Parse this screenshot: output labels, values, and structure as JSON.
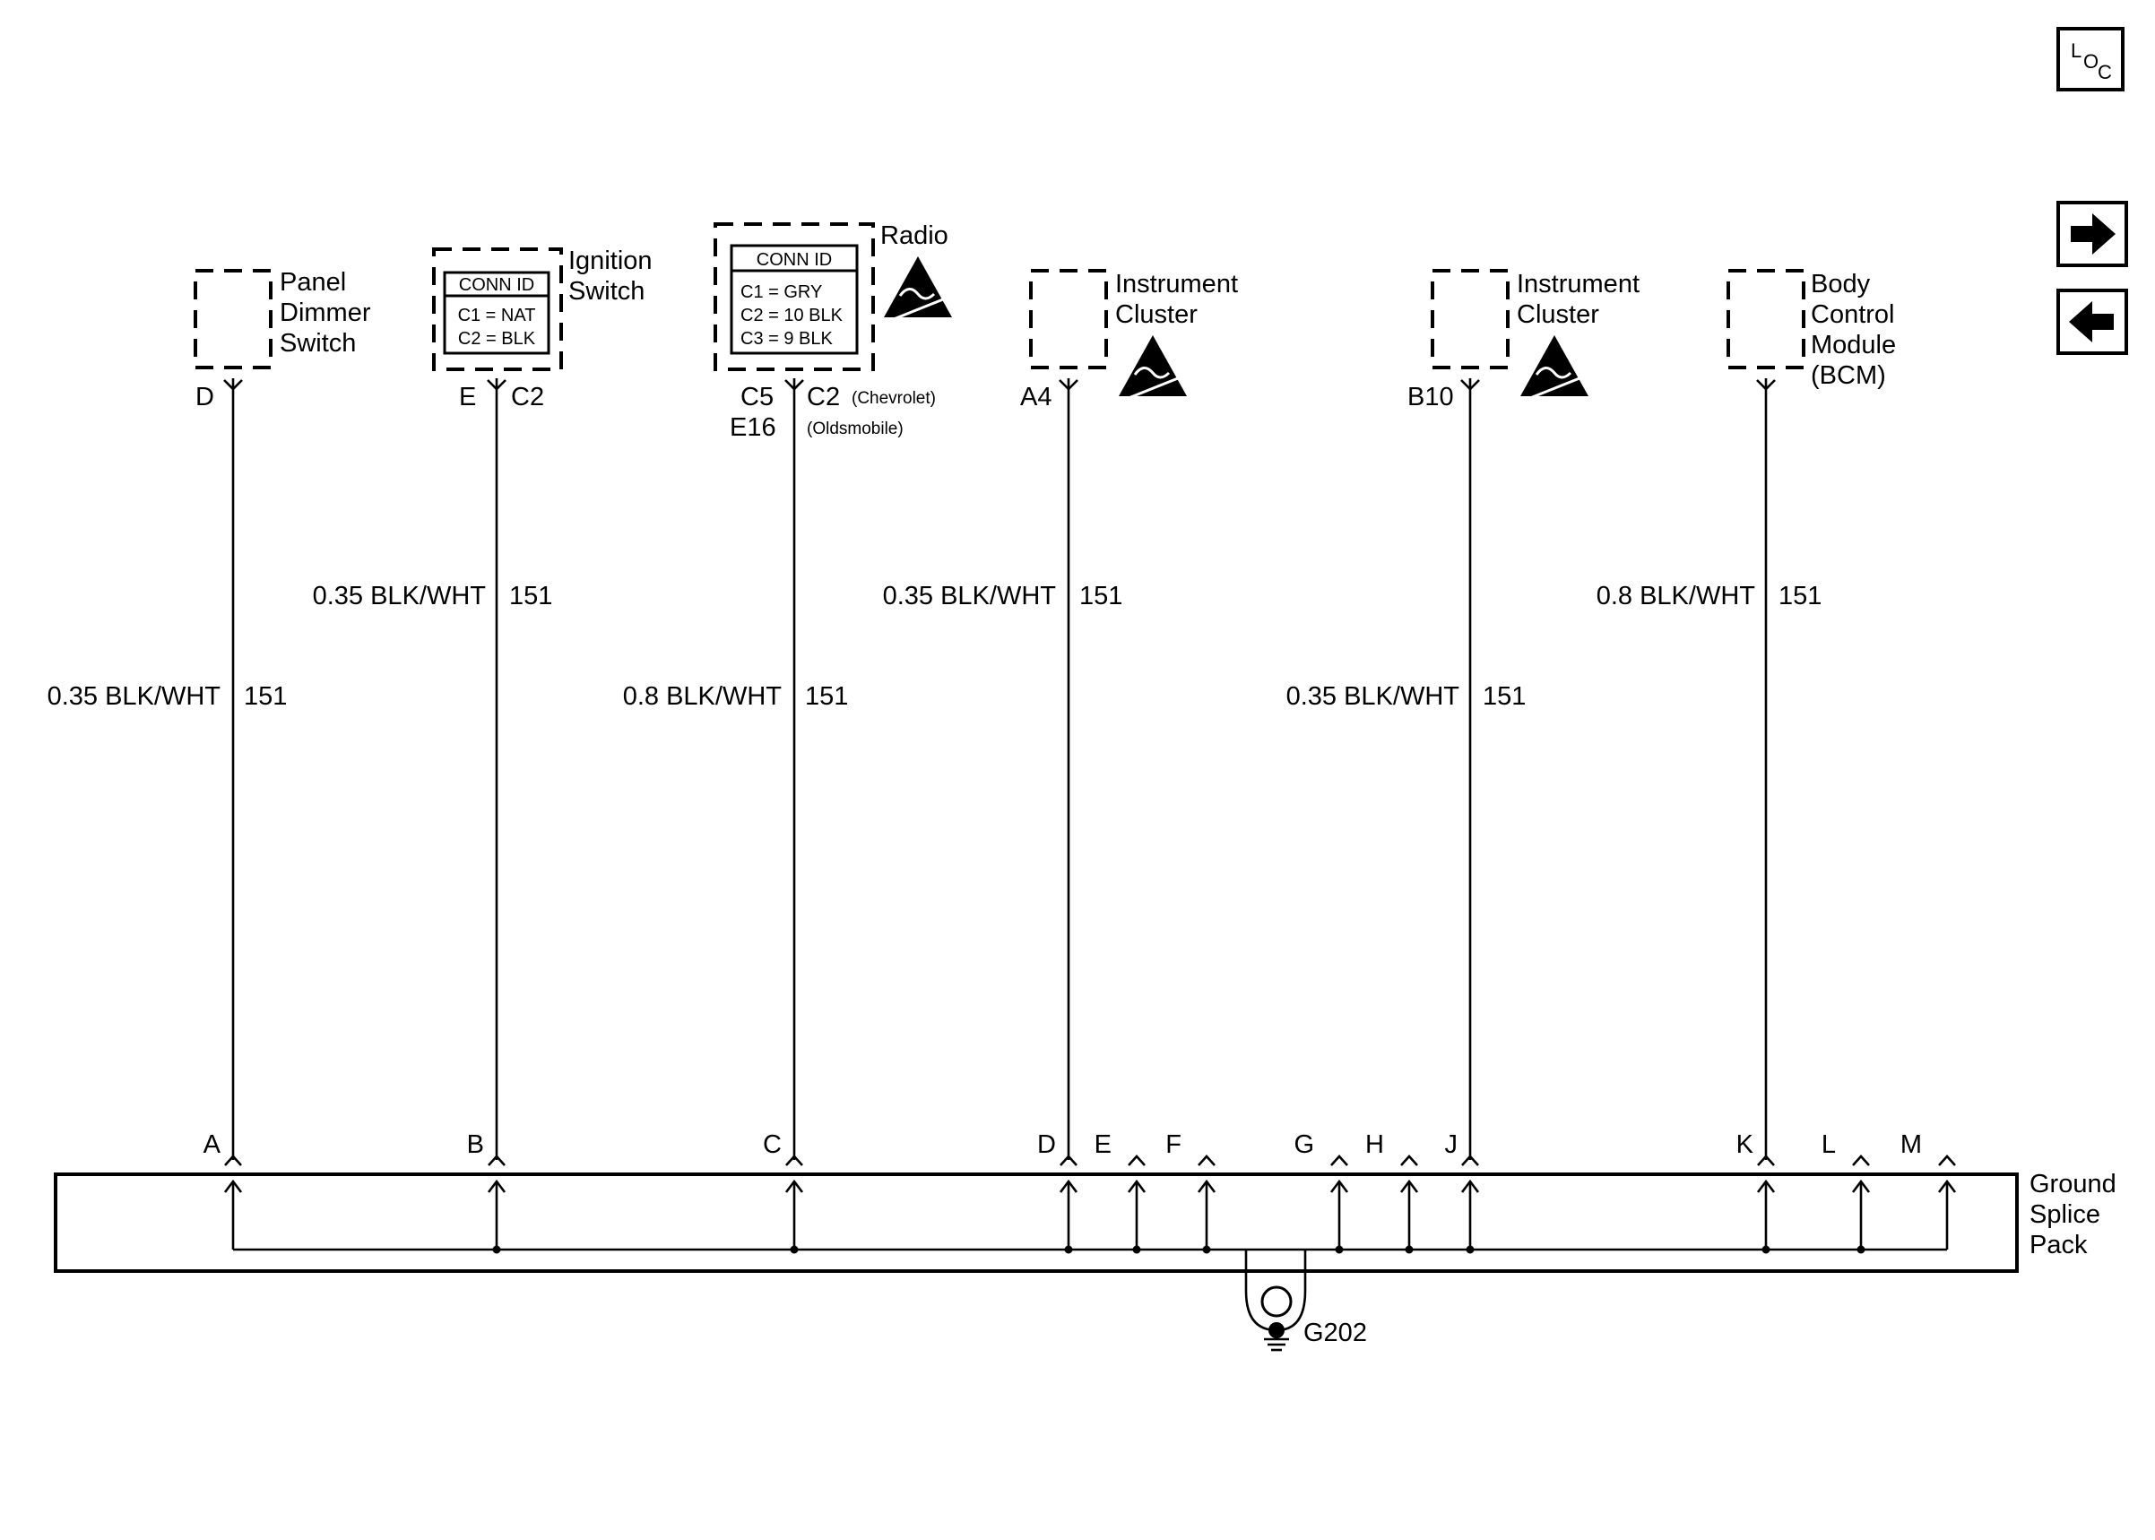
{
  "nav": {
    "loc_label": {
      "l": "L",
      "o": "O",
      "c": "C"
    }
  },
  "components": {
    "panel_dimmer": {
      "name": [
        "Panel",
        "Dimmer",
        "Switch"
      ],
      "pin": "D"
    },
    "ignition": {
      "name": [
        "Ignition",
        "Switch"
      ],
      "conn_title": "CONN ID",
      "conn_rows": [
        "C1 = NAT",
        "C2 = BLK"
      ],
      "pin": "E",
      "conn": "C2"
    },
    "radio": {
      "name": "Radio",
      "conn_title": "CONN ID",
      "conn_rows": [
        "C1 = GRY",
        "C2 = 10 BLK",
        "C3 = 9 BLK"
      ],
      "conn_chev_pin": "C5",
      "conn_chev": "C2",
      "chev_note": "(Chevrolet)",
      "olds_pin": "E16",
      "olds_note": "(Oldsmobile)"
    },
    "cluster_1": {
      "name": [
        "Instrument",
        "Cluster"
      ],
      "pin": "A4"
    },
    "cluster_2": {
      "name": [
        "Instrument",
        "Cluster"
      ],
      "pin": "B10"
    },
    "bcm": {
      "name": [
        "Body",
        "Control",
        "Module",
        "(BCM)"
      ]
    }
  },
  "wires": {
    "w1": {
      "spec": "0.35 BLK/WHT",
      "circuit": "151"
    },
    "w2": {
      "spec": "0.35 BLK/WHT",
      "circuit": "151"
    },
    "w3": {
      "spec": "0.8 BLK/WHT",
      "circuit": "151"
    },
    "w4": {
      "spec": "0.35 BLK/WHT",
      "circuit": "151"
    },
    "w5": {
      "spec": "0.35 BLK/WHT",
      "circuit": "151"
    },
    "w6": {
      "spec": "0.8 BLK/WHT",
      "circuit": "151"
    }
  },
  "splice": {
    "name": [
      "Ground",
      "Splice",
      "Pack"
    ],
    "pins": [
      "A",
      "B",
      "C",
      "D",
      "E",
      "F",
      "G",
      "H",
      "J",
      "K",
      "L",
      "M"
    ]
  },
  "ground": {
    "id": "G202"
  }
}
